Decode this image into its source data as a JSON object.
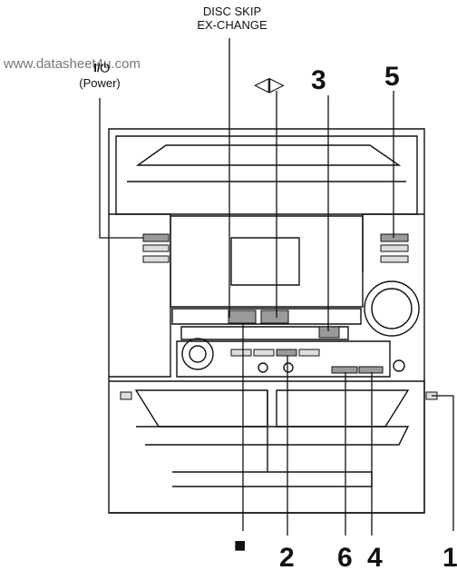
{
  "watermark": "www.datasheet4u.com",
  "labels": {
    "disc_skip_line1": "DISC SKIP",
    "disc_skip_line2": "EX-CHANGE",
    "power_symbol": "I/⏻",
    "power_text": "(Power)",
    "arrows": "◁▷",
    "n3": "3",
    "n5": "5",
    "stop": "■",
    "n2": "2",
    "n6": "6",
    "n4": "4",
    "n1": "1"
  },
  "colors": {
    "line": "#111111",
    "panel": "#e9e9e9",
    "button": "#9a9a9a",
    "bg": "#ffffff"
  }
}
